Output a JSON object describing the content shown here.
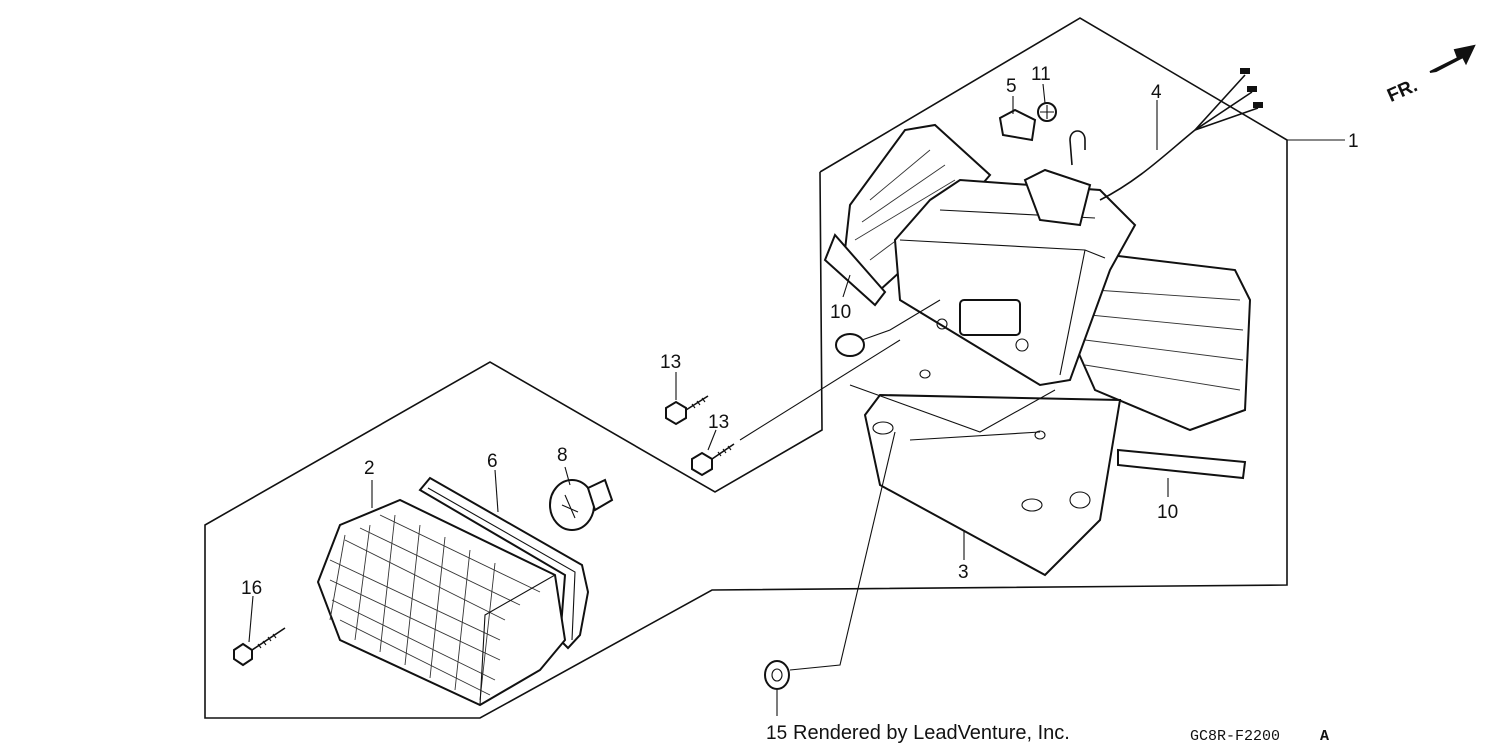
{
  "diagram": {
    "direction_label": "FR.",
    "callouts": {
      "c1": "1",
      "c2": "2",
      "c3": "3",
      "c4": "4",
      "c5": "5",
      "c6": "6",
      "c8": "8",
      "c10a": "10",
      "c10b": "10",
      "c11": "11",
      "c13a": "13",
      "c13b": "13",
      "c15": "15",
      "c16": "16"
    },
    "footer_credit": "Rendered by LeadVenture, Inc.",
    "drawing_code": "GC8R-F2200",
    "drawing_suffix": "A"
  }
}
